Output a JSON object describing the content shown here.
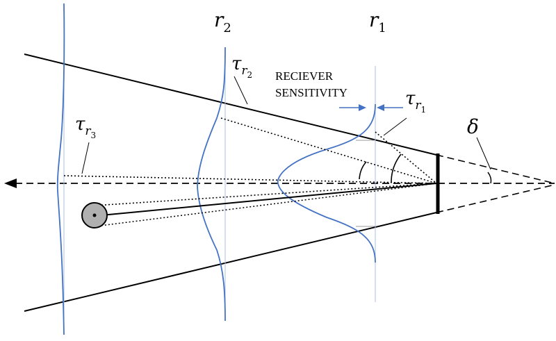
{
  "labels": {
    "r1": {
      "symbol": "r",
      "sub": "1"
    },
    "r2": {
      "symbol": "r",
      "sub": "2"
    },
    "tau_r1": {
      "symbol": "τ",
      "sub_symbol": "r",
      "sub_index": "1"
    },
    "tau_r2": {
      "symbol": "τ",
      "sub_symbol": "r",
      "sub_index": "2"
    },
    "tau_r3": {
      "symbol": "τ",
      "sub_symbol": "r",
      "sub_index": "3"
    },
    "delta": "δ",
    "receiver_sensitivity": [
      "RECIEVER",
      "SENSITIVITY"
    ]
  },
  "colors": {
    "line": "#000000",
    "curve": "#4472c4",
    "range_line": "#a9c0e6",
    "target_fill": "#b0b0b0"
  }
}
